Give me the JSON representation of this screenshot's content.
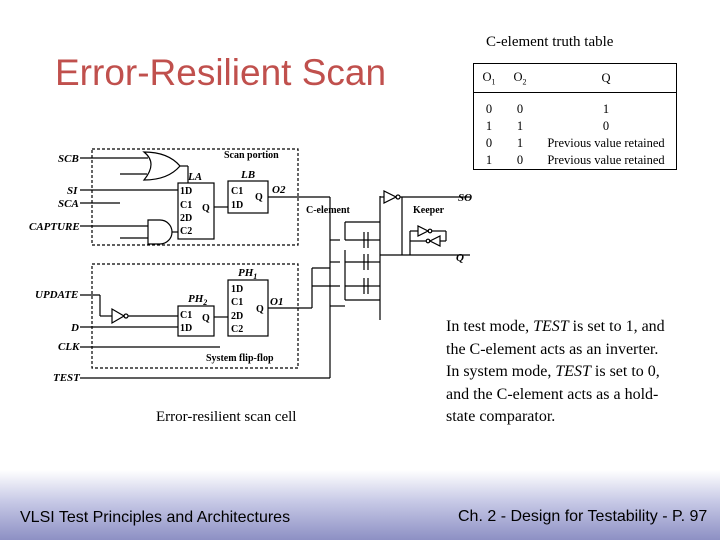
{
  "slide": {
    "title": "Error-Resilient Scan",
    "truth_table_caption": "C-element truth table",
    "truth_table": {
      "headers": [
        {
          "base": "O",
          "sub": "1"
        },
        {
          "base": "O",
          "sub": "2"
        },
        {
          "base": "Q",
          "sub": ""
        }
      ],
      "rows": [
        [
          "0",
          "0",
          "1"
        ],
        [
          "1",
          "1",
          "0"
        ],
        [
          "0",
          "1",
          "Previous value retained"
        ],
        [
          "1",
          "0",
          "Previous value retained"
        ]
      ]
    },
    "diagram": {
      "inputs": {
        "scb": "SCB",
        "si": "SI",
        "sca": "SCA",
        "capture": "CAPTURE",
        "update": "UPDATE",
        "d": "D",
        "clk": "CLK",
        "test": "TEST"
      },
      "outputs": {
        "so": "SO",
        "q": "Q"
      },
      "scan_portion": "Scan portion",
      "latch_la": {
        "name": "LA",
        "pins": [
          "1D",
          "C1",
          "2D",
          "C2"
        ],
        "out": "Q"
      },
      "latch_lb": {
        "name": "LB",
        "pins": [
          "C1",
          "1D"
        ],
        "out": "Q",
        "out_net": "O2"
      },
      "latch_ph2": {
        "name_base": "PH",
        "name_sub": "2",
        "pins": [
          "C1",
          "1D"
        ],
        "out": "Q"
      },
      "latch_ph1": {
        "name_base": "PH",
        "name_sub": "1",
        "pins": [
          "1D",
          "C1",
          "2D",
          "C2"
        ],
        "out": "Q",
        "out_net": "O1"
      },
      "c_element": "C-element",
      "keeper": "Keeper",
      "system_ff": "System flip-flop"
    },
    "diagram_caption": "Error-resilient scan cell",
    "description": [
      {
        "before": "In test mode, ",
        "em": "TEST",
        "after": " is set to 1, and the C-element acts as an inverter."
      },
      {
        "before": "In system mode, ",
        "em": "TEST",
        "after": " is set to 0, and the C-element acts as a hold-state comparator."
      }
    ],
    "footer_left": "VLSI Test Principles and Architectures",
    "footer_right": "Ch. 2 - Design for Testability - P. 97"
  }
}
